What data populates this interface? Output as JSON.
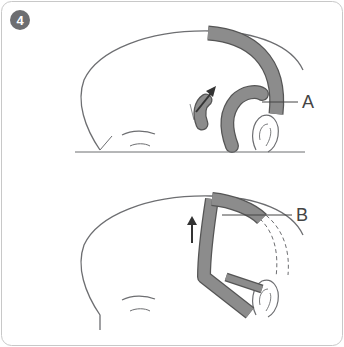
{
  "diagram": {
    "labels": [
      "4",
      "A",
      "B"
    ]
  }
}
